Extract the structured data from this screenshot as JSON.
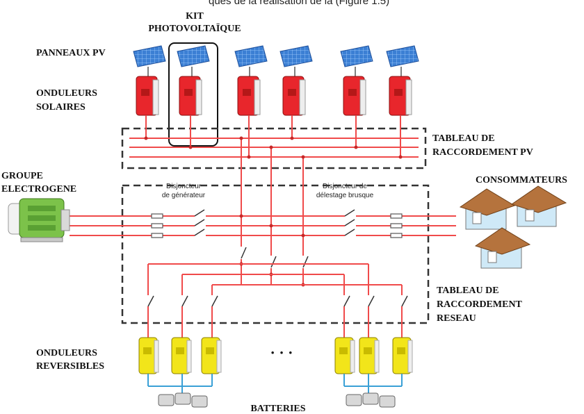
{
  "caption": "ques de la réalisation de la (Figure 1.5)",
  "labels": {
    "kit": "KIT",
    "kit2": "PHOTOVOLTAÏQUE",
    "panneaux": "PANNEAUX PV",
    "onduleurs_solaires_1": "ONDULEURS",
    "onduleurs_solaires_2": "SOLAIRES",
    "tableau_pv_1": "TABLEAU DE",
    "tableau_pv_2": "RACCORDEMENT PV",
    "groupe_1": "GROUPE",
    "groupe_2": "ELECTROGENE",
    "consommateurs": "CONSOMMATEURS",
    "disj_gen_1": "Disjoncteur",
    "disj_gen_2": "de générateur",
    "disj_del_1": "Disjoncteur de",
    "disj_del_2": "délestage brusque",
    "tableau_res_1": "TABLEAU DE",
    "tableau_res_2": "RACCORDEMENT",
    "tableau_res_3": "RESEAU",
    "onduleurs_rev_1": "ONDULEURS",
    "onduleurs_rev_2": "REVERSIBLES",
    "dots": "· · ·",
    "batteries": "BATTERIES"
  },
  "colors": {
    "bus": "#f04a4a",
    "inverter_solar": "#e8262c",
    "inverter_reversible": "#f2e51a",
    "panel": "#3b7fd4",
    "battery_link": "#3aa0d6",
    "generator": "#7cc24a"
  }
}
